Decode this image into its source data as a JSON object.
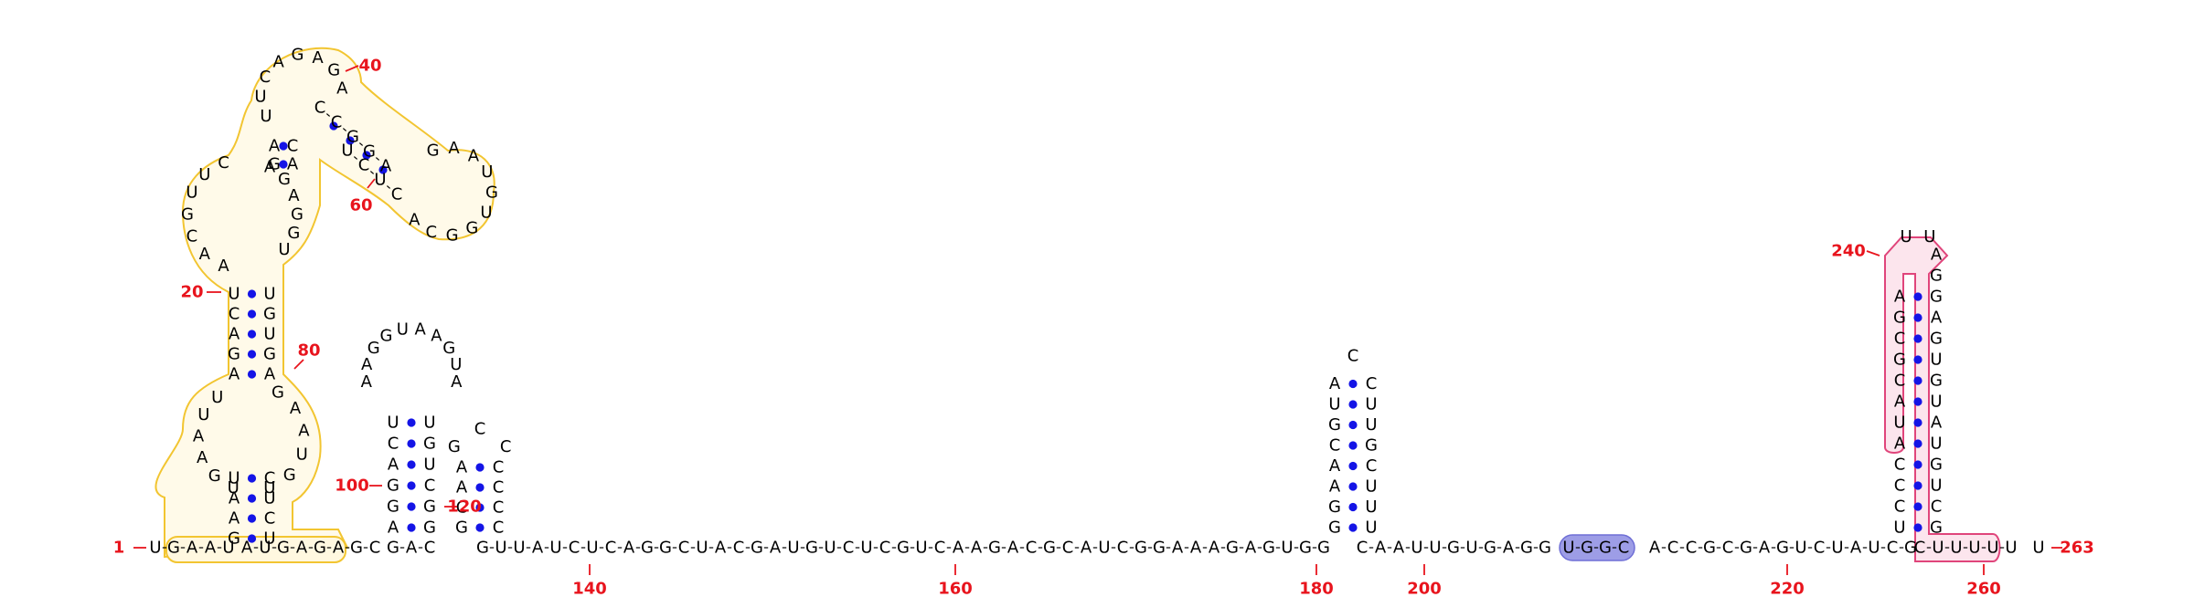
{
  "title": "",
  "colors": {
    "base": "#000000",
    "pair_dot": "#1414e6",
    "numbering": "#e8141d",
    "region_yellow_fill": "#fff8e0",
    "region_yellow_stroke": "#f2c531",
    "region_pink_fill": "#fbe0ea",
    "region_pink_stroke": "#e0457b",
    "highlight_blue_fill": "#9d9de6",
    "highlight_blue_stroke": "#6f6fd6"
  },
  "numbering_labels": [
    "1",
    "20",
    "40",
    "60",
    "80",
    "100",
    "120",
    "140",
    "160",
    "180",
    "200",
    "220",
    "240",
    "260",
    "263"
  ],
  "backbone_prefix": "UGAAU",
  "backbone_after_first_stem": "AUGAGAGC",
  "backbone_between_stems": "GAC",
  "backbone_long_segment": "GUUAUCUCAGGCUACGAUGUCUCGUCAAGACGCAUCGGAAAGAGUGG",
  "backbone_after_hairpin_180": "CAAUUGUGAGG",
  "highlighted_segment": "UGGC",
  "backbone_before_last_stem": "ACCGCGAGUCUAUCG",
  "backbone_tail": "CUUUUU",
  "backbone_end": "U",
  "stem1_left_lower": "GAAU",
  "stem1_right_lower": "CUCU",
  "stem1_left_mid": "AGACU",
  "stem1_right_mid": "UGUGA",
  "stem1_left_upper": "GA",
  "stem1_right_upper": "CA",
  "stem1_loop_lower_left": "UGAAUU",
  "stem1_loop_lower_right": "GAAUGU",
  "stem1_loop_upper_left": "AACGUUC",
  "stem1_loop_upper_right": "AGAGGU",
  "stem1_apical_loop": "UUCAGAGA",
  "stem1_branch_left": "CCGGA",
  "stem1_branch_right": "UCUC",
  "stem1_branch_loop": "GAAUGUGGCA",
  "hairpin_100_left": "AGGACU",
  "hairpin_100_right": "UGUCGG",
  "hairpin_100_loop": "AAGGUAAGUA",
  "hairpin_120_left": "GCAA",
  "hairpin_120_right": "CCCC",
  "hairpin_120_loop": "GCC",
  "hairpin_180_left": "GGAACGUA",
  "hairpin_180_right": "CUUGCUUU",
  "hairpin_180_loop": "C",
  "hairpin_240_left": "UCCCAUACGCGA",
  "hairpin_240_right": "AGGAGUGUAUGUCG",
  "hairpin_240_loop": "UU"
}
